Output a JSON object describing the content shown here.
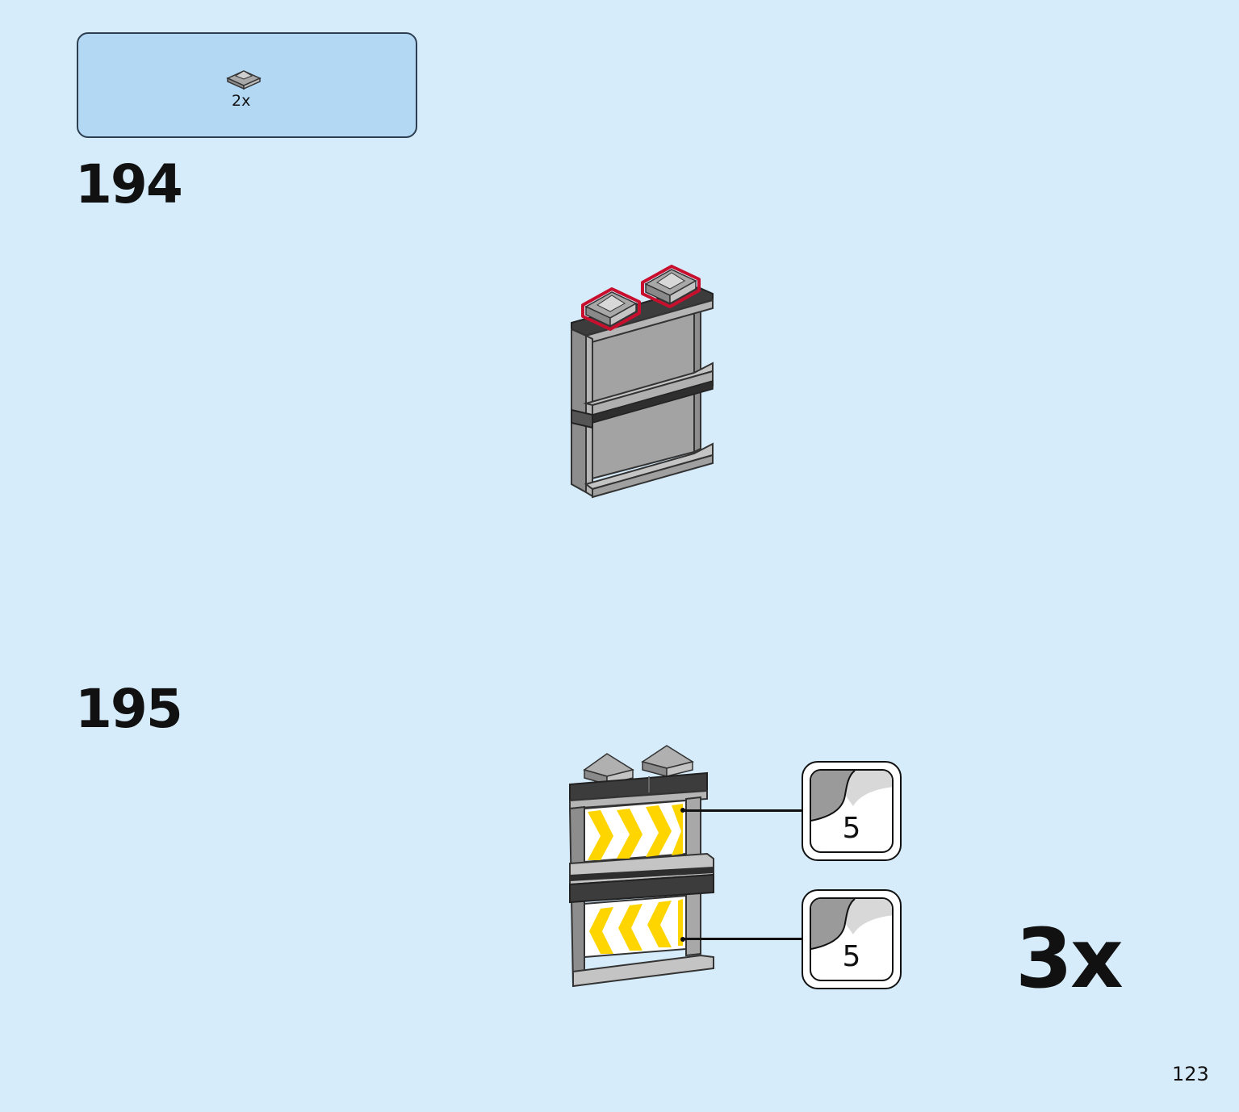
{
  "parts_list": {
    "count": "2x",
    "part_icon": "slope-tile-icon"
  },
  "steps": [
    {
      "number": "194"
    },
    {
      "number": "195"
    }
  ],
  "stickers": [
    {
      "label": "5",
      "icon": "sticker-icon"
    },
    {
      "label": "5",
      "icon": "sticker-icon"
    }
  ],
  "multiplier": "3x",
  "page_number": "123",
  "colors": {
    "background": "#d6ecfb",
    "parts_box": "#b3d8f4",
    "brick_grey": "#a3a3a3",
    "dark_grey": "#3c3c3c",
    "highlight_red": "#c8102e",
    "chevron_yellow": "#ffd500"
  }
}
